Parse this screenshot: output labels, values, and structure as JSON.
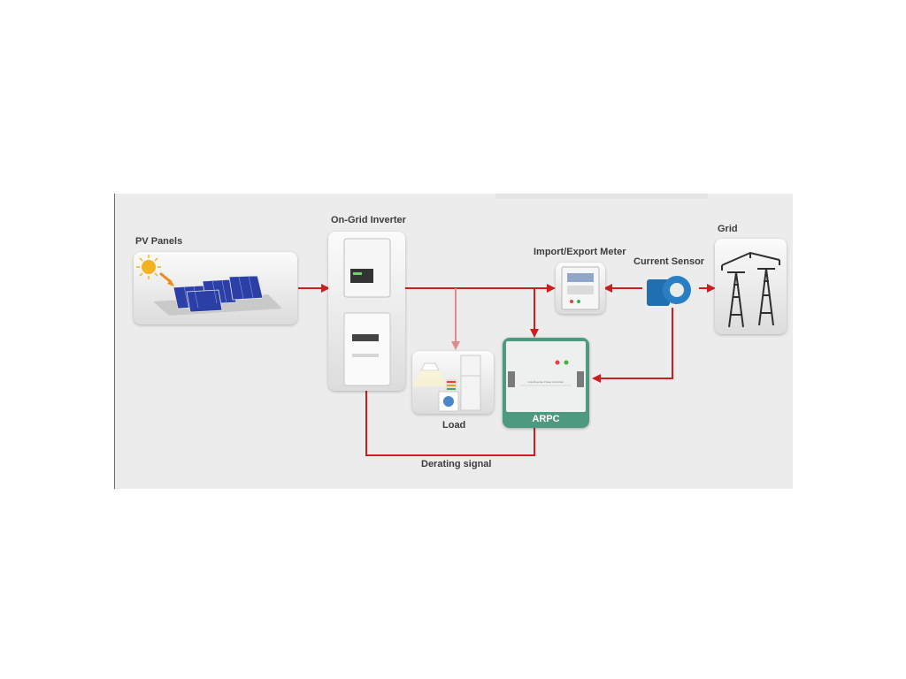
{
  "labels": {
    "pv_panels": "PV Panels",
    "inverter": "On-Grid Inverter",
    "meter": "Import/Export Meter",
    "sensor": "Current Sensor",
    "grid": "Grid",
    "load": "Load",
    "arpc": "ARPC",
    "derating": "Derating signal",
    "arpc_device_text": "Anti-Reverse Power Controller"
  },
  "colors": {
    "wire": "#cc1f1f",
    "background": "#ececec",
    "arpc_frame": "#4e9a80",
    "panel_cells": "#2b3fa6",
    "sensor": "#2a7fc4",
    "sun": "#f3b220"
  },
  "icons": [
    "sun-icon",
    "solar-panel-icon",
    "inverter-icon",
    "load-appliances-icon",
    "meter-icon",
    "current-sensor-icon",
    "transmission-tower-icon",
    "arpc-controller-icon"
  ]
}
